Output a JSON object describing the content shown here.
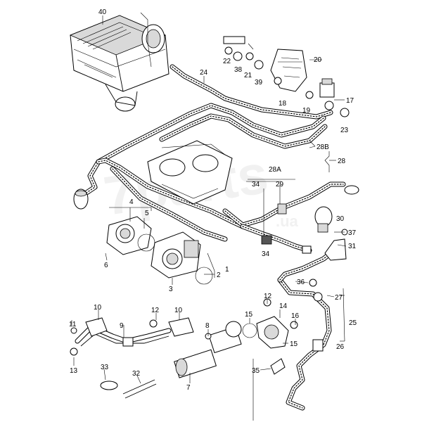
{
  "watermark": {
    "main": "7parts",
    "sub": ".ua"
  },
  "callouts": [
    {
      "id": "40",
      "label": "40"
    },
    {
      "id": "24",
      "label": "24"
    },
    {
      "id": "22",
      "label": "22"
    },
    {
      "id": "38",
      "label": "38"
    },
    {
      "id": "21",
      "label": "21"
    },
    {
      "id": "20",
      "label": "20"
    },
    {
      "id": "39",
      "label": "39"
    },
    {
      "id": "17",
      "label": "17"
    },
    {
      "id": "18",
      "label": "18"
    },
    {
      "id": "19",
      "label": "19"
    },
    {
      "id": "23",
      "label": "23"
    },
    {
      "id": "28B",
      "label": "28B"
    },
    {
      "id": "28",
      "label": "28"
    },
    {
      "id": "28A",
      "label": "28A"
    },
    {
      "id": "34a",
      "label": "34"
    },
    {
      "id": "29",
      "label": "29"
    },
    {
      "id": "4",
      "label": "4"
    },
    {
      "id": "5",
      "label": "5"
    },
    {
      "id": "30",
      "label": "30"
    },
    {
      "id": "37",
      "label": "37"
    },
    {
      "id": "31",
      "label": "31"
    },
    {
      "id": "34b",
      "label": "34"
    },
    {
      "id": "6",
      "label": "6"
    },
    {
      "id": "1",
      "label": "1"
    },
    {
      "id": "2",
      "label": "2"
    },
    {
      "id": "3",
      "label": "3"
    },
    {
      "id": "36",
      "label": "36"
    },
    {
      "id": "27",
      "label": "27"
    },
    {
      "id": "10a",
      "label": "10"
    },
    {
      "id": "12a",
      "label": "12"
    },
    {
      "id": "10b",
      "label": "10"
    },
    {
      "id": "12b",
      "label": "12"
    },
    {
      "id": "14",
      "label": "14"
    },
    {
      "id": "15a",
      "label": "15"
    },
    {
      "id": "16",
      "label": "16"
    },
    {
      "id": "11",
      "label": "11"
    },
    {
      "id": "9",
      "label": "9"
    },
    {
      "id": "8",
      "label": "8"
    },
    {
      "id": "15b",
      "label": "15"
    },
    {
      "id": "25",
      "label": "25"
    },
    {
      "id": "26",
      "label": "26"
    },
    {
      "id": "13",
      "label": "13"
    },
    {
      "id": "33",
      "label": "33"
    },
    {
      "id": "32",
      "label": "32"
    },
    {
      "id": "7",
      "label": "7"
    },
    {
      "id": "35",
      "label": "35"
    }
  ]
}
